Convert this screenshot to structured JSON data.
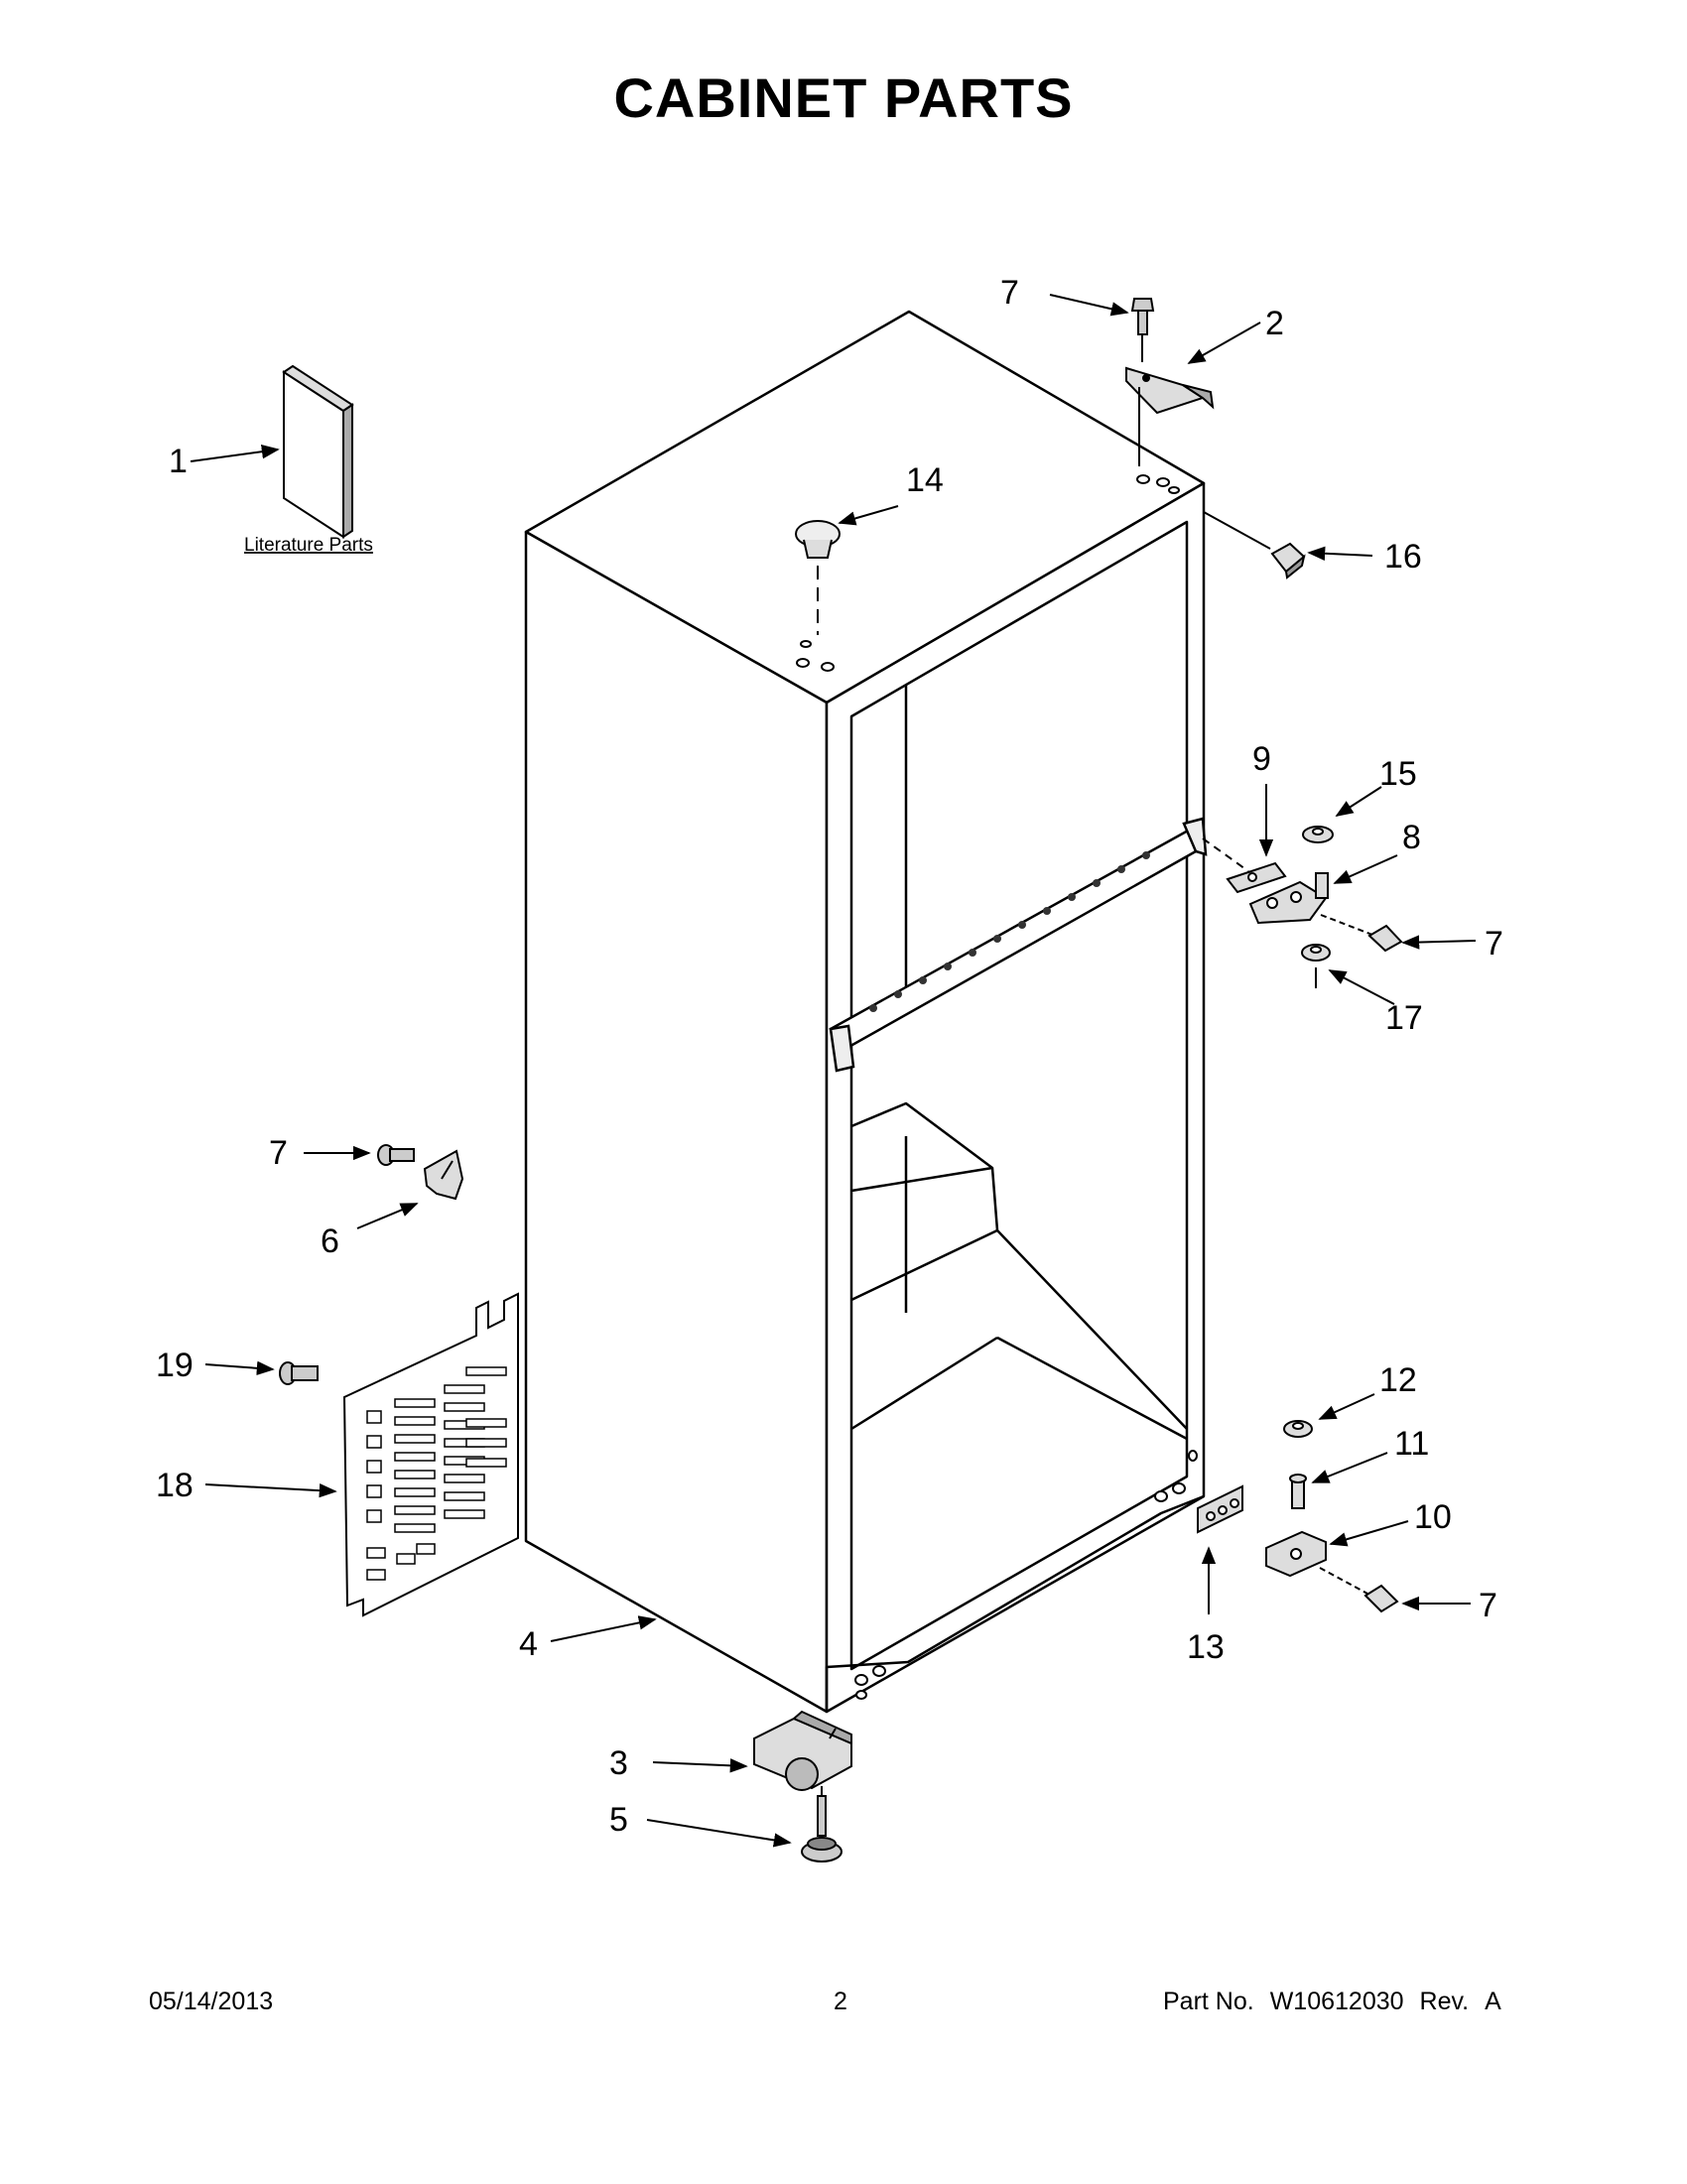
{
  "title": "CABINET PARTS",
  "literature_label": "Literature Parts",
  "callouts": {
    "c1": "1",
    "c2": "2",
    "c3": "3",
    "c4": "4",
    "c5": "5",
    "c6": "6",
    "c7a": "7",
    "c7b": "7",
    "c7c": "7",
    "c7d": "7",
    "c8": "8",
    "c9": "9",
    "c10": "10",
    "c11": "11",
    "c12": "12",
    "c13": "13",
    "c14": "14",
    "c15": "15",
    "c16": "16",
    "c17": "17",
    "c18": "18",
    "c19": "19"
  },
  "footer": {
    "date": "05/14/2013",
    "page": "2",
    "part_label": "Part No.",
    "part_number": "W10612030",
    "rev_label": "Rev.",
    "rev": "A"
  }
}
